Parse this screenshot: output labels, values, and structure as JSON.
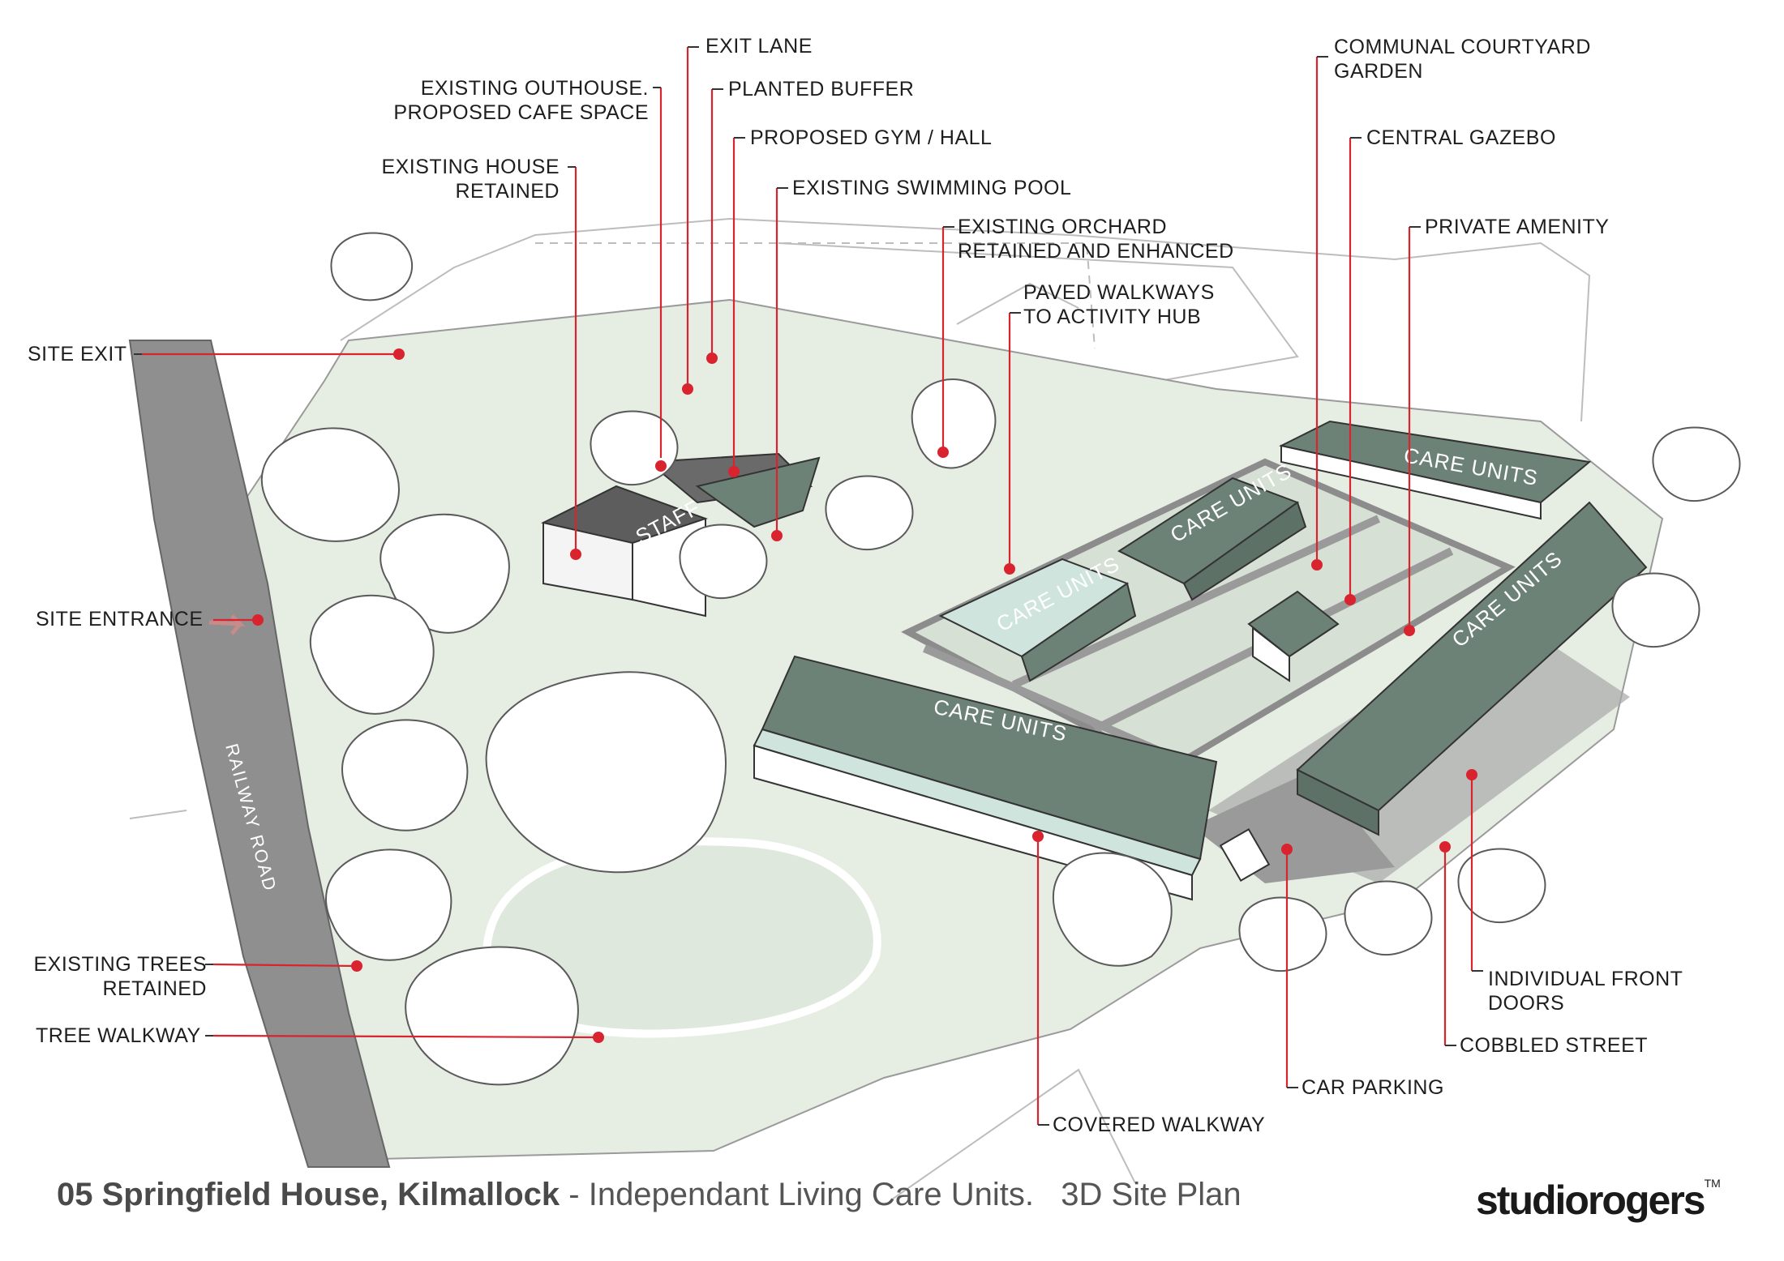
{
  "labels": {
    "exit_lane": "EXIT LANE",
    "outhouse_1": "EXISTING OUTHOUSE.",
    "outhouse_2": "PROPOSED CAFE SPACE",
    "planted_buffer": "PLANTED BUFFER",
    "gym_hall": "PROPOSED GYM / HALL",
    "house_1": "EXISTING HOUSE",
    "house_2": "RETAINED",
    "pool": "EXISTING SWIMMING POOL",
    "orchard_1": "EXISTING ORCHARD",
    "orchard_2": "RETAINED AND ENHANCED",
    "walkways_1": "PAVED WALKWAYS",
    "walkways_2": "TO ACTIVITY HUB",
    "courtyard_1": "COMMUNAL COURTYARD",
    "courtyard_2": "GARDEN",
    "gazebo": "CENTRAL GAZEBO",
    "amenity": "PRIVATE AMENITY",
    "site_exit": "SITE EXIT",
    "site_entrance": "SITE ENTRANCE",
    "trees_1": "EXISTING TREES",
    "trees_2": "RETAINED",
    "tree_walkway": "TREE WALKWAY",
    "covered_walkway": "COVERED WALKWAY",
    "car_parking": "CAR PARKING",
    "cobbled_street": "COBBLED STREET",
    "front_doors_1": "INDIVIDUAL FRONT",
    "front_doors_2": "DOORS"
  },
  "buildings": {
    "care_units": "CARE UNITS",
    "staff": "STAFF"
  },
  "road_name": "RAILWAY ROAD",
  "footer": {
    "title_bold": "05 Springfield House, Kilmallock",
    "title_rest": " - Independant Living Care Units.   3D Site Plan",
    "brand": "studiorogers",
    "trademark": "TM"
  },
  "colors": {
    "leader": "#d9232e",
    "roof": "#6d8277",
    "grass": "#dfe8dc",
    "paving": "#8c8c8c"
  }
}
